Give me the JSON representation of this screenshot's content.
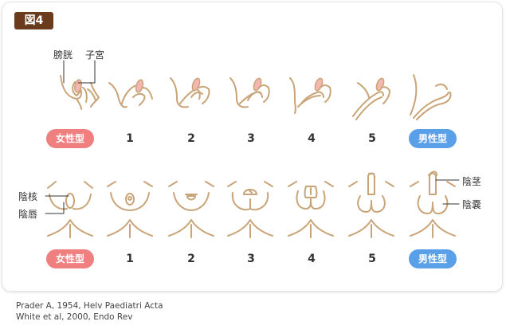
{
  "figure_label": "図4",
  "top_labels": {
    "bladder": "膀胱",
    "uterus": "子宮"
  },
  "bottom_labels": {
    "clitoris": "陰核",
    "labia": "陰唇",
    "penis": "陰茎",
    "scrotum": "陰嚢"
  },
  "stages": [
    "女性型",
    "1",
    "2",
    "3",
    "4",
    "5",
    "男性型"
  ],
  "colors": {
    "line": "#c9a478",
    "organ": "#f4b6b0",
    "female": "#f08080",
    "male": "#5aa0e8",
    "badge": "#6b3b1d"
  },
  "citations": [
    "Prader A, 1954, Helv Paediatri Acta",
    "White et al, 2000, Endo Rev"
  ]
}
